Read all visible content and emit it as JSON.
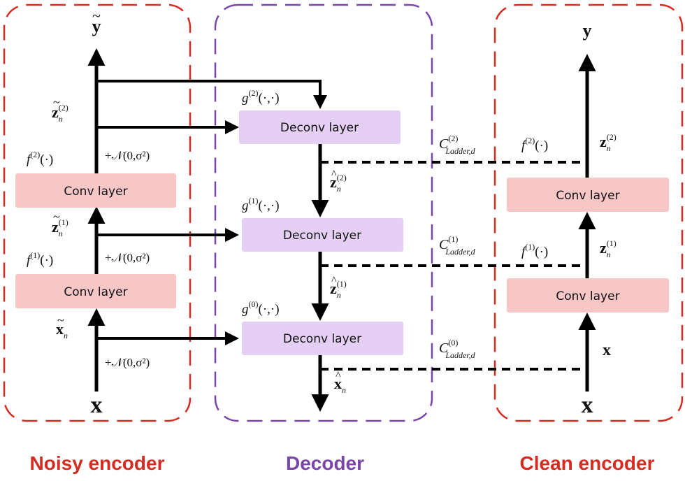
{
  "colors": {
    "noisy": "#d62b20",
    "decoder": "#7a45a8",
    "clean": "#d62b20",
    "conv_fill": "#f7c7c7",
    "deconv_fill": "#e6cff5"
  },
  "sections": {
    "noisy_title": "Noisy encoder",
    "decoder_title": "Decoder",
    "clean_title": "Clean encoder"
  },
  "blocks": {
    "conv_label": "Conv layer",
    "deconv_label": "Deconv layer"
  },
  "noisy": {
    "input": "x",
    "output": "y",
    "xn_base": "x",
    "xn_sub": "n",
    "z_base": "z",
    "z_sub": "n",
    "z1_sup": "(1)",
    "z2_sup": "(2)",
    "f_base": "f",
    "f1_sup": "(1)",
    "f2_sup": "(2)",
    "f_arg": "(·)",
    "noise": "+𝒩(0,σ²)"
  },
  "decoder": {
    "g_base": "g",
    "g0_sup": "(0)",
    "g1_sup": "(1)",
    "g2_sup": "(2)",
    "g_arg": "(·,·)",
    "zhat_base": "z",
    "zhat_sub": "n",
    "zhat1_sup": "(1)",
    "zhat2_sup": "(2)",
    "xhat_base": "x",
    "xhat_sub": "n"
  },
  "ladder": {
    "c_base": "C",
    "c_sub": "Ladder,d",
    "c0_sup": "(0)",
    "c1_sup": "(1)",
    "c2_sup": "(2)"
  },
  "clean": {
    "input": "x",
    "mid_x": "x",
    "output": "y",
    "z_base": "z",
    "z_sub": "n",
    "z1_sup": "(1)",
    "z2_sup": "(2)",
    "f_base": "f",
    "f1_sup": "(1)",
    "f2_sup": "(2)",
    "f_arg": "(·)"
  }
}
